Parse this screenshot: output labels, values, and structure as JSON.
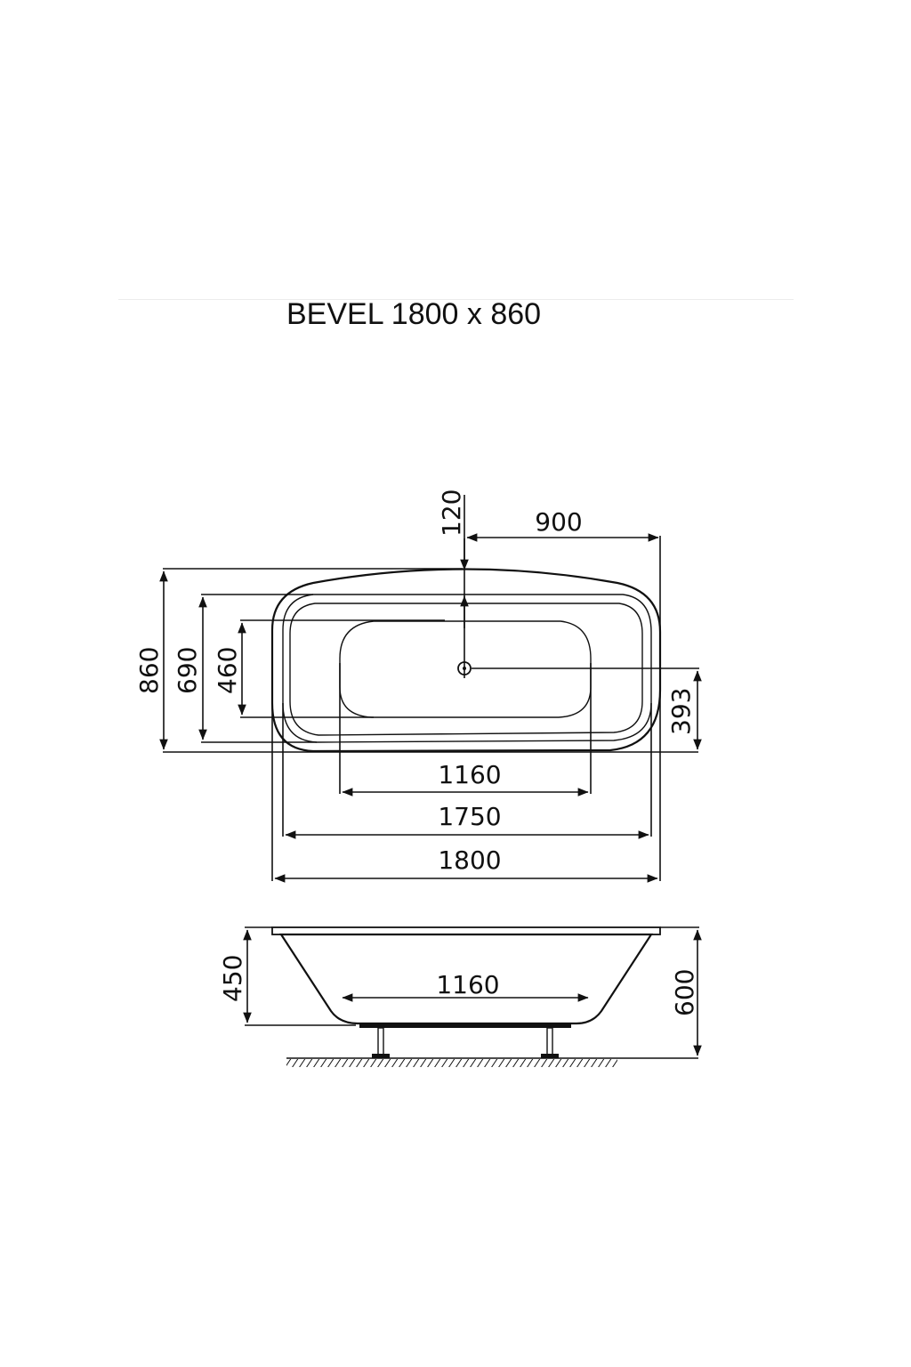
{
  "title": "BEVEL 1800 x 860",
  "plan_view": {
    "dim_drain_offset": "120",
    "dim_half_length": "900",
    "dim_overall_width": "860",
    "dim_rim_inner_width": "690",
    "dim_bottom_width": "460",
    "dim_drain_from_edge": "393",
    "dim_bottom_length": "1160",
    "dim_inner_length": "1750",
    "dim_overall_length": "1800"
  },
  "side_view": {
    "dim_inner_depth": "450",
    "dim_overall_height": "600",
    "dim_bottom_length": "1160"
  },
  "colors": {
    "line": "#111111",
    "background": "#ffffff"
  }
}
